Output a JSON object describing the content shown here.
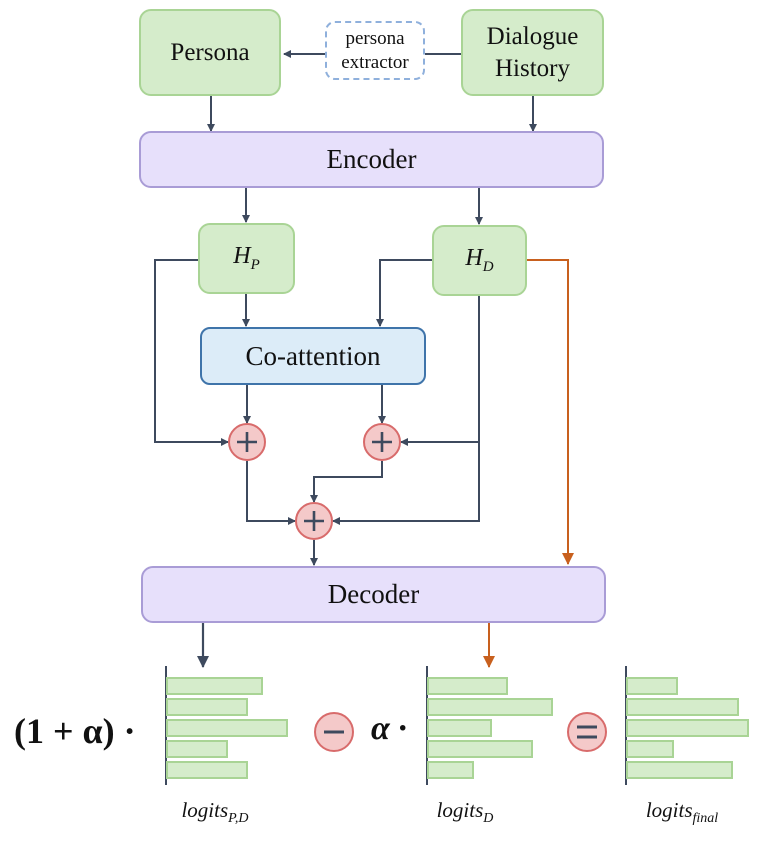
{
  "nodes": {
    "persona": "Persona",
    "extractor_line1": "persona",
    "extractor_line2": "extractor",
    "dialogue_line1": "Dialogue",
    "dialogue_line2": "History",
    "encoder": "Encoder",
    "hp_main": "H",
    "hp_sub": "P",
    "hd_main": "H",
    "hd_sub": "D",
    "coattention": "Co-attention",
    "decoder": "Decoder"
  },
  "operators": {
    "plus": "+",
    "minus": "−",
    "equals": "="
  },
  "formula": {
    "left_coef": "(1 + α) ·",
    "alpha_coef": "α ·"
  },
  "logits": {
    "pd_main": "logits",
    "pd_sub": "P,D",
    "d_main": "logits",
    "d_sub": "D",
    "final_main": "logits",
    "final_sub": "final"
  },
  "distributions": {
    "pd": [
      0.76,
      0.64,
      0.96,
      0.48,
      0.64
    ],
    "d": [
      0.63,
      0.99,
      0.5,
      0.83,
      0.36
    ],
    "final": [
      0.4,
      0.89,
      0.97,
      0.37,
      0.84
    ]
  },
  "colors": {
    "arrow": "#3e4a5e",
    "orange_arrow": "#c8601e",
    "plus_fill": "#f4c9c9",
    "plus_stroke": "#d86b6b"
  }
}
